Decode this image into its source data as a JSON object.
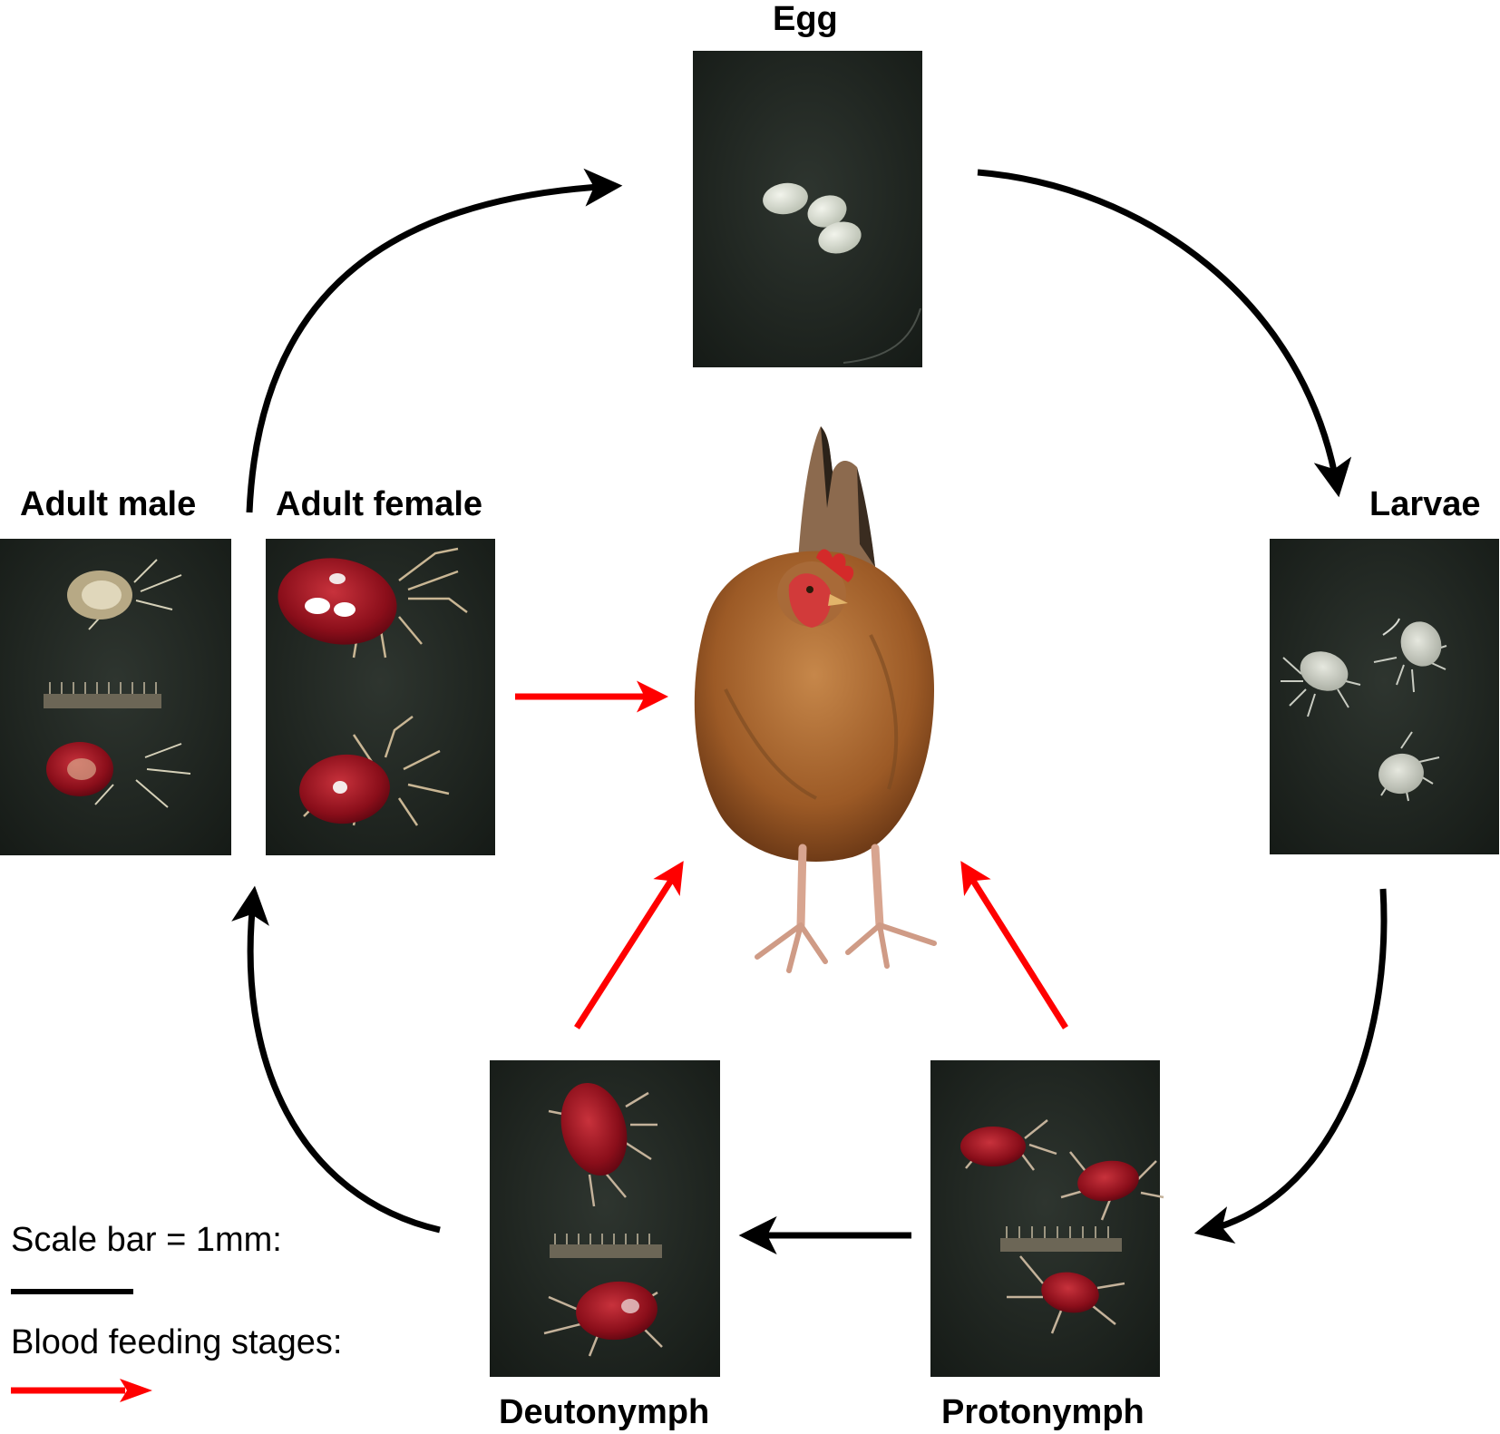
{
  "stages": {
    "egg": {
      "label": "Egg",
      "blood_feeding": false
    },
    "larvae": {
      "label": "Larvae",
      "blood_feeding": false
    },
    "protonymph": {
      "label": "Protonymph",
      "blood_feeding": true
    },
    "deutonymph": {
      "label": "Deutonymph",
      "blood_feeding": true
    },
    "adult_male": {
      "label": "Adult male",
      "blood_feeding": false
    },
    "adult_female": {
      "label": "Adult female",
      "blood_feeding": true
    }
  },
  "cycle_order": [
    "Egg",
    "Larvae",
    "Protonymph",
    "Deutonymph",
    "Adult male",
    "Egg"
  ],
  "host": {
    "name": "chicken"
  },
  "legend": {
    "scale_bar": {
      "label": "Scale bar = 1mm:",
      "color": "#000000"
    },
    "blood_feeding": {
      "label": "Blood feeding stages:",
      "color": "#ff0000"
    }
  },
  "colors": {
    "cycle_arrow": "#000000",
    "feeding_arrow": "#ff0000",
    "panel_background": "#1f2520"
  }
}
